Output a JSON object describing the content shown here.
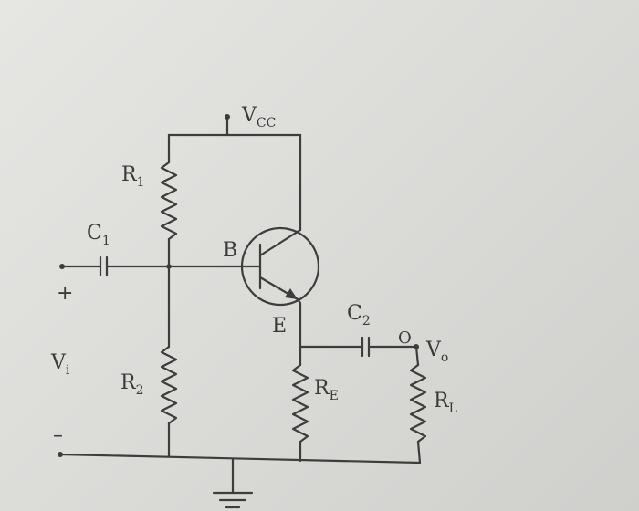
{
  "labels": {
    "vcc": {
      "main": "V",
      "sub": "CC"
    },
    "r1": {
      "main": "R",
      "sub": "1"
    },
    "c1": {
      "main": "C",
      "sub": "1"
    },
    "base": {
      "main": "B"
    },
    "emitter": {
      "main": "E"
    },
    "c2": {
      "main": "C",
      "sub": "2"
    },
    "vo_node": {
      "main": "O"
    },
    "vo": {
      "main": "V",
      "sub": "o"
    },
    "plus": {
      "main": "+"
    },
    "vi": {
      "main": "V",
      "sub": "i"
    },
    "r2": {
      "main": "R",
      "sub": "2"
    },
    "re": {
      "main": "R",
      "sub": "E"
    },
    "rl": {
      "main": "R",
      "sub": "L"
    },
    "minus": {
      "main": "–"
    }
  }
}
